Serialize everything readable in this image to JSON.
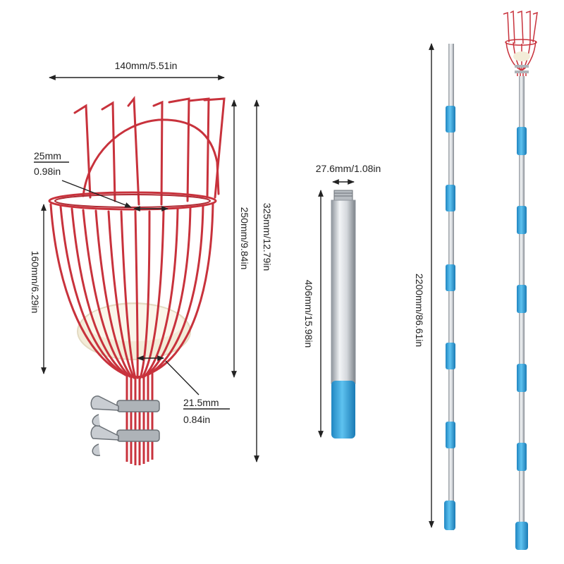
{
  "dimensions": {
    "basket_width": "140mm/5.51in",
    "wire_gap_mm": "25mm",
    "wire_gap_in": "0.98in",
    "basket_cage_height": "250mm/9.84in",
    "basket_total_height": "325mm/12.79in",
    "lower_cage_height": "160mm/6.29in",
    "collar_diameter_mm": "21.5mm",
    "collar_diameter_in": "0.84in",
    "section_diameter": "27.6mm/1.08in",
    "section_length": "406mm/15.98in",
    "pole_length": "2200mm/86.61in"
  },
  "colors": {
    "basket_red": "#c8323c",
    "foam_cream": "#f3ecd8",
    "grip_blue": "#3aa6de",
    "steel": "#c9cdd2",
    "dimension_line": "#222222"
  },
  "icons": {
    "basket": "fruit-picker-basket",
    "clamp": "wing-nut-hose-clamp",
    "foam": "foam-cushion",
    "section": "pole-section",
    "pole": "telescopic-pole"
  }
}
